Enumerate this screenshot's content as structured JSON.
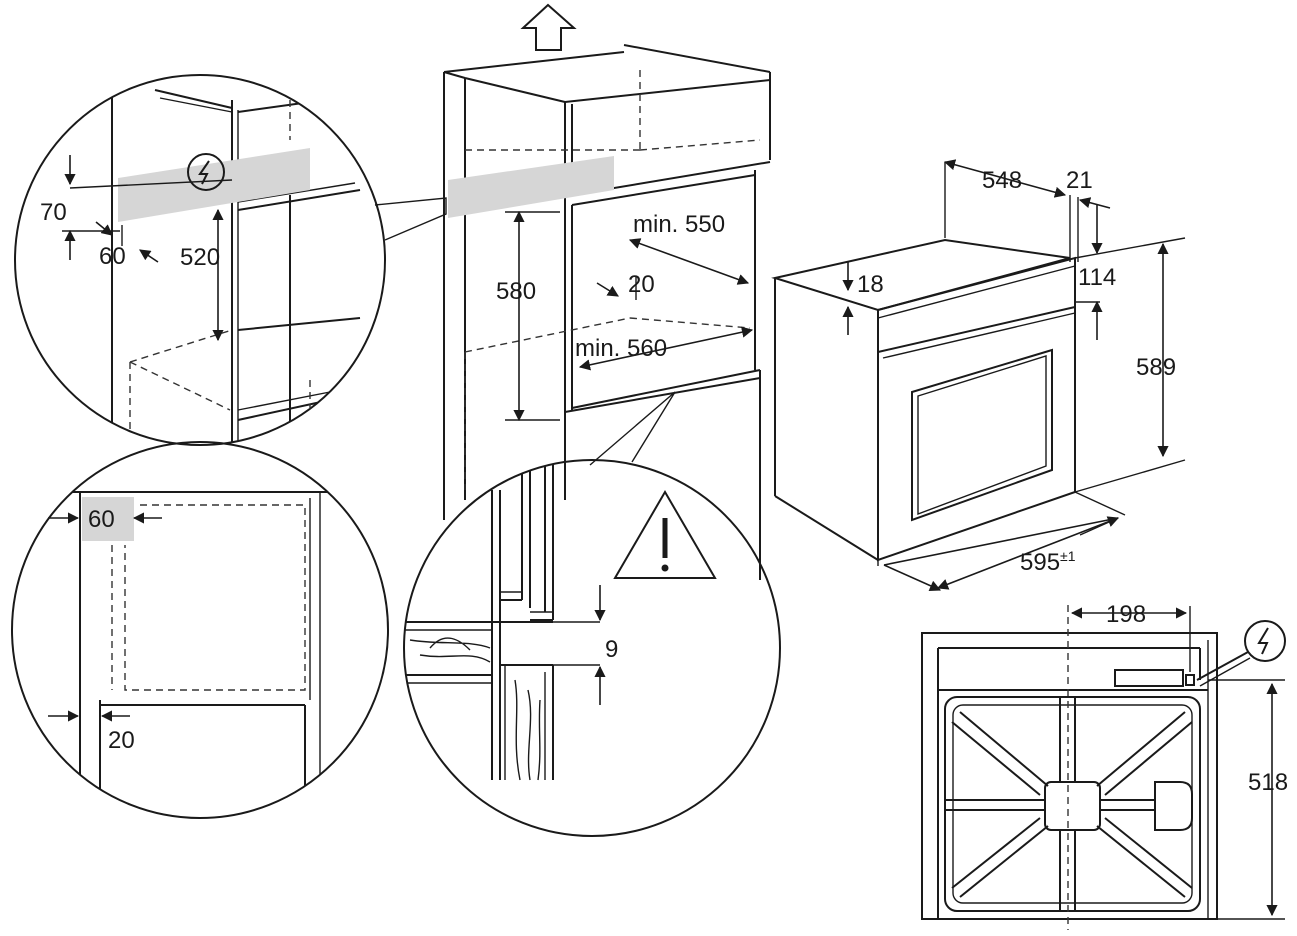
{
  "labels": {
    "d70": "70",
    "d60_top": "60",
    "d520": "520",
    "d580": "580",
    "min550": "min. 550",
    "d20_mid": "20",
    "min560": "min. 560",
    "d548": "548",
    "d21": "21",
    "d18": "18",
    "d114": "114",
    "d589": "589",
    "d595": "595",
    "d595_tol": "±1",
    "d60_left": "60",
    "d20_left": "20",
    "d9": "9",
    "d198": "198",
    "d518": "518"
  },
  "icons": [
    "up-arrow-icon",
    "power-bolt-icon",
    "warning-triangle-icon"
  ],
  "colors": {
    "line": "#1a1a1a",
    "shade": "#d6d6d6",
    "background": "#ffffff"
  }
}
